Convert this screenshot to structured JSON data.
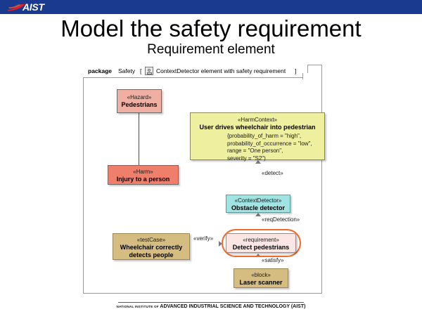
{
  "brand": {
    "logo_text": "AIST",
    "logo_icon": "aist-swoosh-logo",
    "bar_color": "#1a3a8f",
    "swoosh_color": "#d8232a"
  },
  "slide": {
    "title": "Model the safety requirement",
    "subtitle": "Requirement element"
  },
  "diagram": {
    "frame": {
      "keyword": "package",
      "name": "Safety",
      "bracket_open": "[",
      "bracket_close": "]",
      "diagram_icon": "diagram-kind-icon",
      "title": "ContextDetector element with safety requirement"
    },
    "nodes": [
      {
        "id": "hazard",
        "stereotype": "«Hazard»",
        "name": "Pedestrians",
        "fill": "#efb0a3"
      },
      {
        "id": "harm",
        "stereotype": "«Harm»",
        "name": "Injury to a person",
        "fill": "#ef7f6b"
      },
      {
        "id": "harmcontext",
        "stereotype": "«HarmContext»",
        "name": "User drives wheelchair into pedestrian",
        "fill": "#efefa0",
        "properties": [
          "{probability_of_harm = \"high\",",
          "probability_of_occurrence = \"low\",",
          "range = \"One person\",",
          "severity = \"S2\")"
        ]
      },
      {
        "id": "contextdetector",
        "stereotype": "«ContextDetector»",
        "name": "Obstacle detector",
        "fill": "#9fe3e3"
      },
      {
        "id": "testcase",
        "stereotype": "«testCase»",
        "name_line1": "Wheelchair correctly",
        "name_line2": "detects people",
        "fill": "#d5bd82"
      },
      {
        "id": "requirement",
        "stereotype": "«requirement»",
        "name": "Detect pedestrians",
        "fill": "#fbe6e3",
        "highlight_color": "#f2682a"
      },
      {
        "id": "block",
        "stereotype": "«block»",
        "name": "Laser scanner",
        "fill": "#d5bd82"
      }
    ],
    "connectors": [
      {
        "id": "detect",
        "label": "«detect»"
      },
      {
        "id": "reqdetection",
        "label": "«reqDetection»"
      },
      {
        "id": "verify",
        "label": "«verify»"
      },
      {
        "id": "satisfy",
        "label": "«satisfy»"
      }
    ]
  },
  "footer": {
    "prefix": "NATIONAL INSTITUTE OF",
    "text": "ADVANCED INDUSTRIAL SCIENCE AND TECHNOLOGY (AIST)"
  }
}
